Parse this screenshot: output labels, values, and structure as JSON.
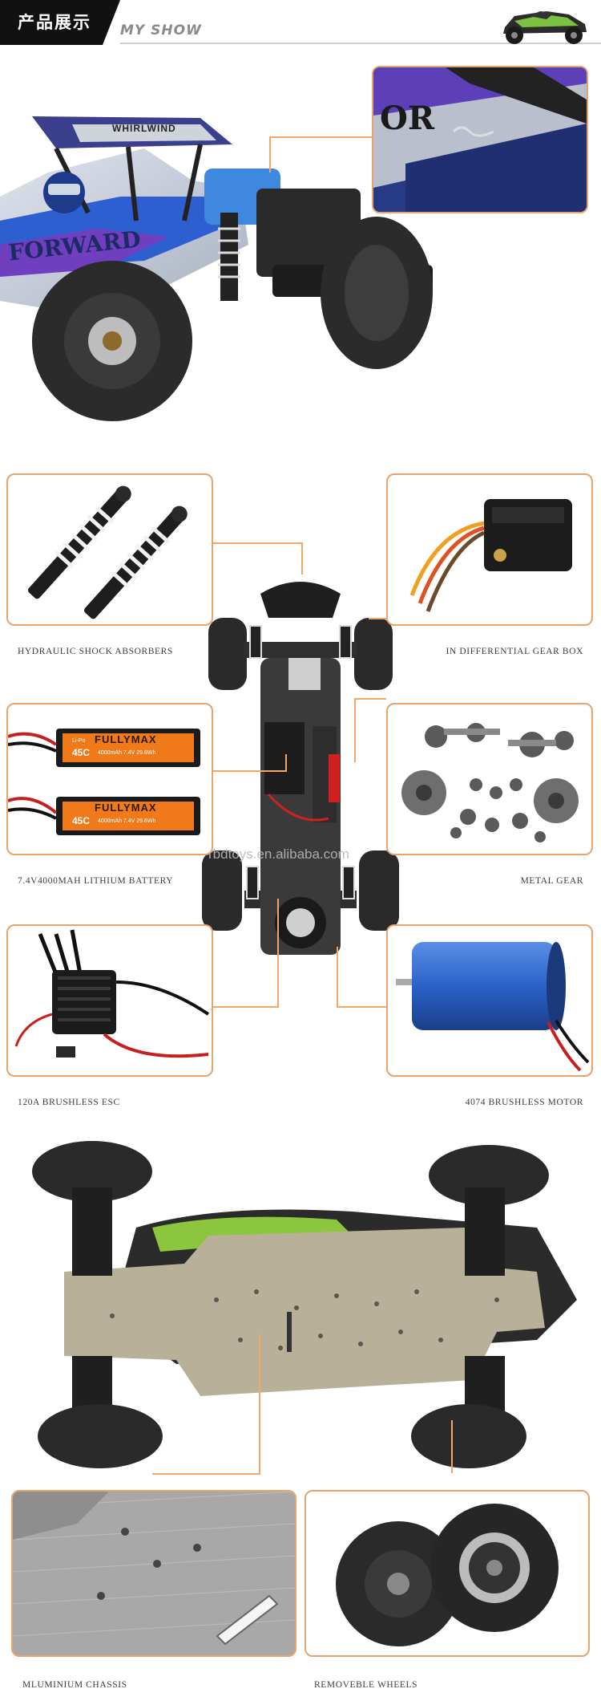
{
  "header": {
    "title_cn": "产品展示",
    "title_en": "MY SHOW"
  },
  "hero": {
    "body_text": "FORWARD",
    "wing_text": "WHIRLWIND",
    "inset_text": "OR"
  },
  "batteries": {
    "brand": "FULLYMAX",
    "rating": "45C",
    "type": "Li-Po",
    "spec": "4000mAh 7.4V 29.6Wh"
  },
  "watermark": "rbdtoys.en.alibaba.com",
  "labels": {
    "shock": "HYDRAULIC SHOCK ABSORBERS",
    "gearbox": "IN DIFFERENTIAL GEAR BOX",
    "battery": "7.4V4000MAH LITHIUM BATTERY",
    "metal_gear": "METAL GEAR",
    "esc": "120A BRUSHLESS ESC",
    "motor": "4074  BRUSHLESS MOTOR",
    "chassis": "MLUMINIUM CHASSIS",
    "wheels": "REMOVEBLE WHEELS"
  },
  "colors": {
    "accent_border": "#e7a36c",
    "header_bg": "#111111",
    "body_blue": "#2e5fd0",
    "motor_blue": "#2a62c8",
    "battery_orange": "#f07a1a"
  }
}
